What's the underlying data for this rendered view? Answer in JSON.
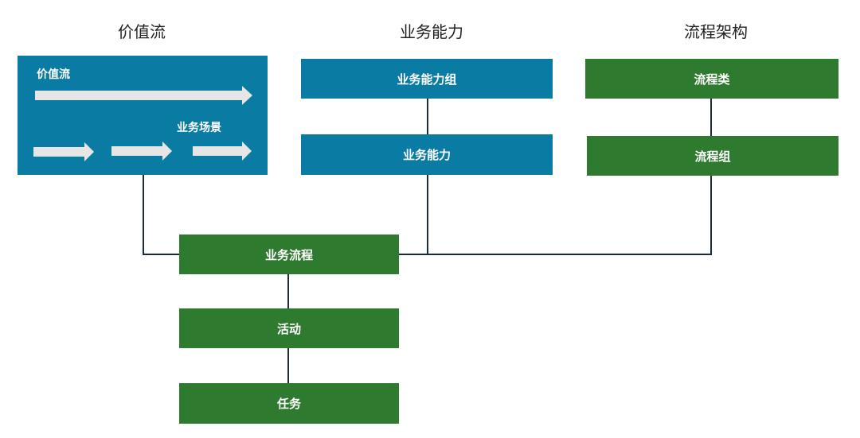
{
  "headers": {
    "value_stream": "价值流",
    "business_capability": "业务能力",
    "process_architecture": "流程架构"
  },
  "value_stream_panel": {
    "label_top": "价值流",
    "label_scenario": "业务场景"
  },
  "capability": {
    "group": "业务能力组",
    "item": "业务能力"
  },
  "process_arch": {
    "category": "流程类",
    "group": "流程组"
  },
  "hierarchy": {
    "business_process": "业务流程",
    "activity": "活动",
    "task": "任务"
  },
  "colors": {
    "blue": "#0a7ba2",
    "green": "#2e7a2e",
    "connector": "#1b2d3a",
    "arrow": "#e6e6e6"
  }
}
